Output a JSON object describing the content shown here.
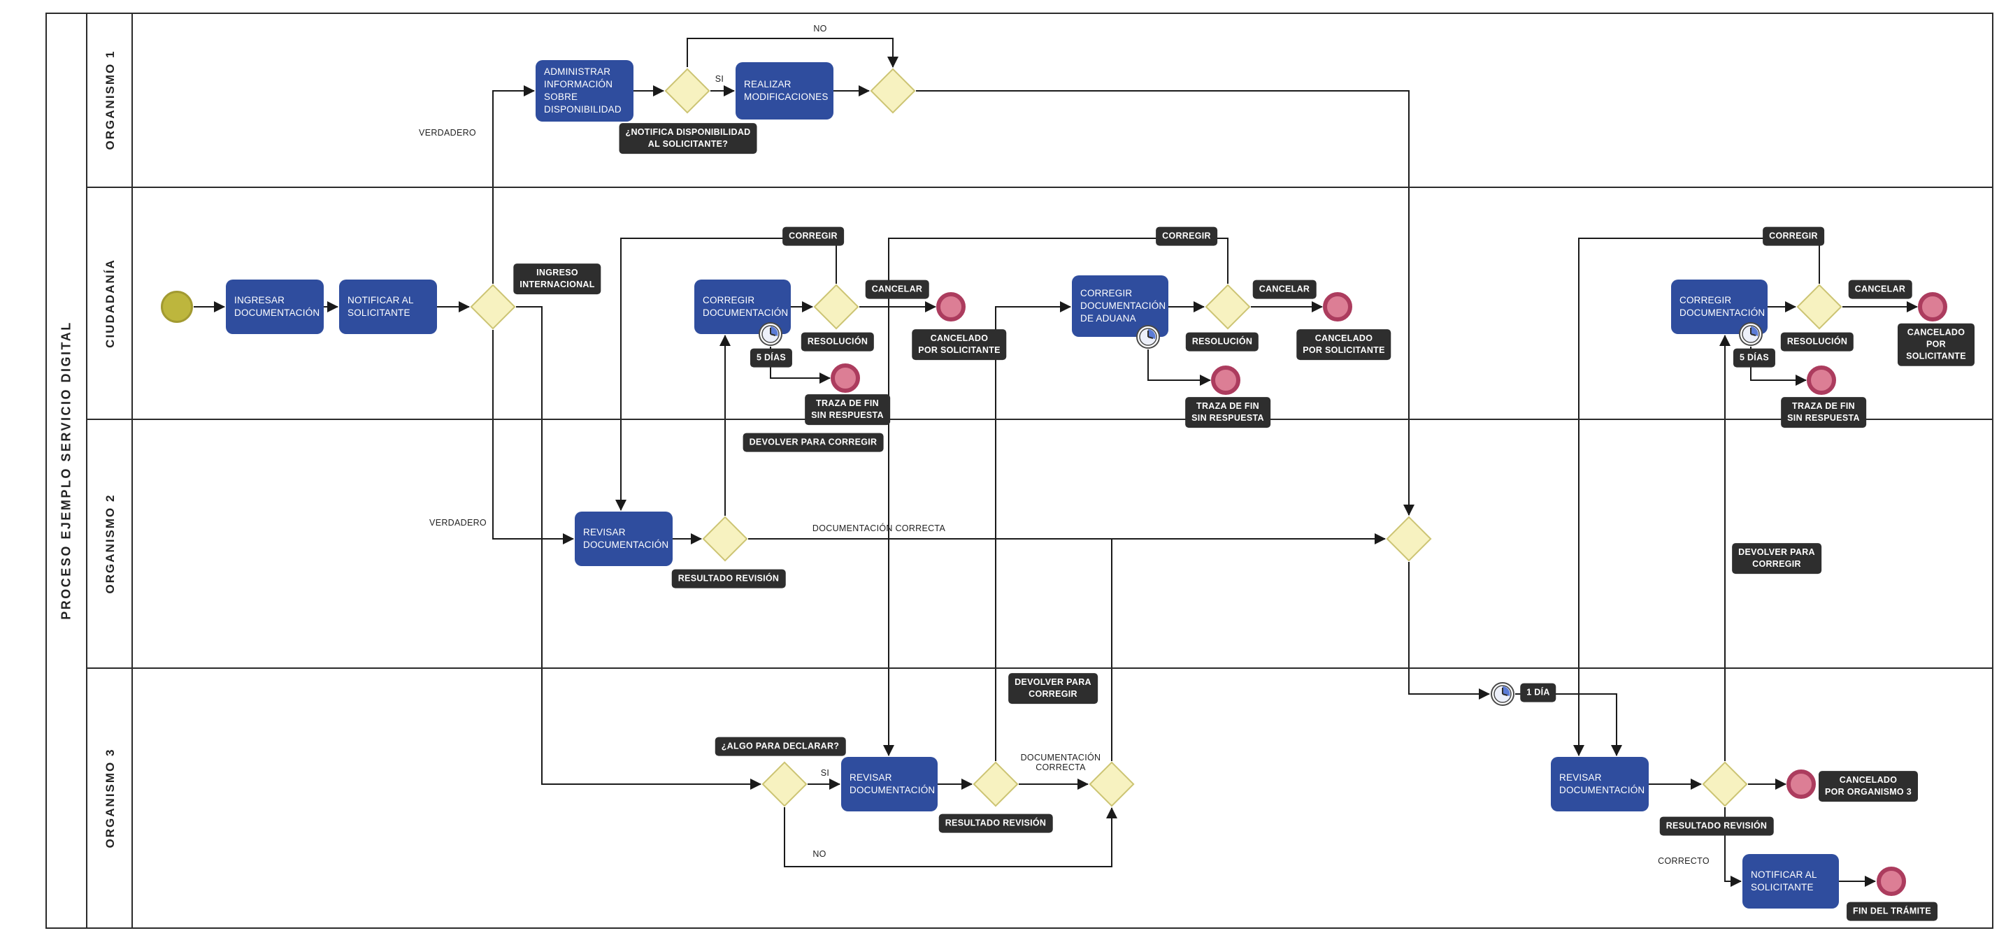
{
  "pool": {
    "title": "PROCESO EJEMPLO SERVICIO DIGITAL"
  },
  "lanes": [
    {
      "label": "ORGANISMO 1"
    },
    {
      "label": "CIUDADANÍA"
    },
    {
      "label": "ORGANISMO 2"
    },
    {
      "label": "ORGANISMO 3"
    }
  ],
  "tasks": {
    "administrar": "ADMINISTRAR\nINFORMACIÓN\nSOBRE\nDISPONIBILIDAD",
    "realizar": "REALIZAR\nMODIFICACIONES",
    "ingresar": "INGRESAR\nDOCUMENTACIÓN",
    "notificar1": "NOTIFICAR AL\nSOLICITANTE",
    "corregir1": "CORREGIR\nDOCUMENTACIÓN",
    "aduana": "CORREGIR\nDOCUMENTACIÓN\nDE ADUANA",
    "corregir2": "CORREGIR\nDOCUMENTACIÓN",
    "revisar_o2": "REVISAR\nDOCUMENTACIÓN",
    "revisar_o3a": "REVISAR\nDOCUMENTACIÓN",
    "revisar_o3b": "REVISAR\nDOCUMENTACIÓN",
    "notificar2": "NOTIFICAR AL\nSOLICITANTE"
  },
  "badges": {
    "notifica": "¿NOTIFICA DISPONIBILIDAD\nAL SOLICITANTE?",
    "ingreso": "INGRESO\nINTERNACIONAL",
    "corregir": "CORREGIR",
    "cancelar": "CANCELAR",
    "resolucion": "RESOLUCIÓN",
    "cinco_dias": "5 DÍAS",
    "cancelado_sol": "CANCELADO\nPOR SOLICITANTE",
    "traza": "TRAZA DE FIN\nSIN RESPUESTA",
    "devolver_1l": "DEVOLVER PARA CORREGIR",
    "devolver_2l": "DEVOLVER PARA\nCORREGIR",
    "resultado": "RESULTADO REVISIÓN",
    "algo": "¿ALGO PARA DECLARAR?",
    "un_dia": "1 DÍA",
    "cancelado_o3": "CANCELADO\nPOR ORGANISMO 3",
    "fin": "FIN DEL TRÁMITE"
  },
  "flow_labels": {
    "verdadero": "VERDADERO",
    "si": "SI",
    "no": "NO",
    "doc_correcta": "DOCUMENTACIÓN CORRECTA",
    "doc_correcta_2l": "DOCUMENTACIÓN\nCORRECTA",
    "correcto": "CORRECTO"
  },
  "colors": {
    "task_fill": "#2F4D9E",
    "gateway_fill": "#F7F2C0",
    "gateway_border": "#CCC474",
    "start_fill": "#BDB63D",
    "end_fill": "#DC7E95",
    "end_border": "#AC3C5E",
    "badge_bg": "#2E2E2E",
    "line": "#1A1A1A",
    "timer_accent": "#5C7CD6"
  },
  "icons": {
    "timer": "clock-icon"
  }
}
